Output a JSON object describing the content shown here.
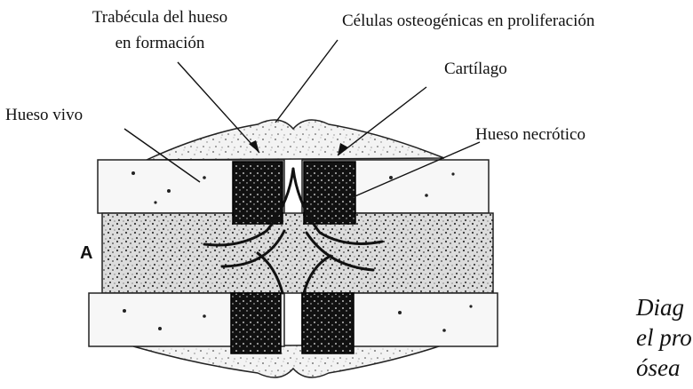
{
  "labels": {
    "trabecula_line1": "Trabécula del hueso",
    "trabecula_line2": "en formación",
    "celulas": "Células osteogénicas en proliferación",
    "cartilago": "Cartílago",
    "hueso_vivo": "Hueso vivo",
    "hueso_necrotico": "Hueso necrótico"
  },
  "panel_letter": "A",
  "caption": {
    "line1": "Diag",
    "line2": "el pro",
    "line3": "ósea"
  }
}
